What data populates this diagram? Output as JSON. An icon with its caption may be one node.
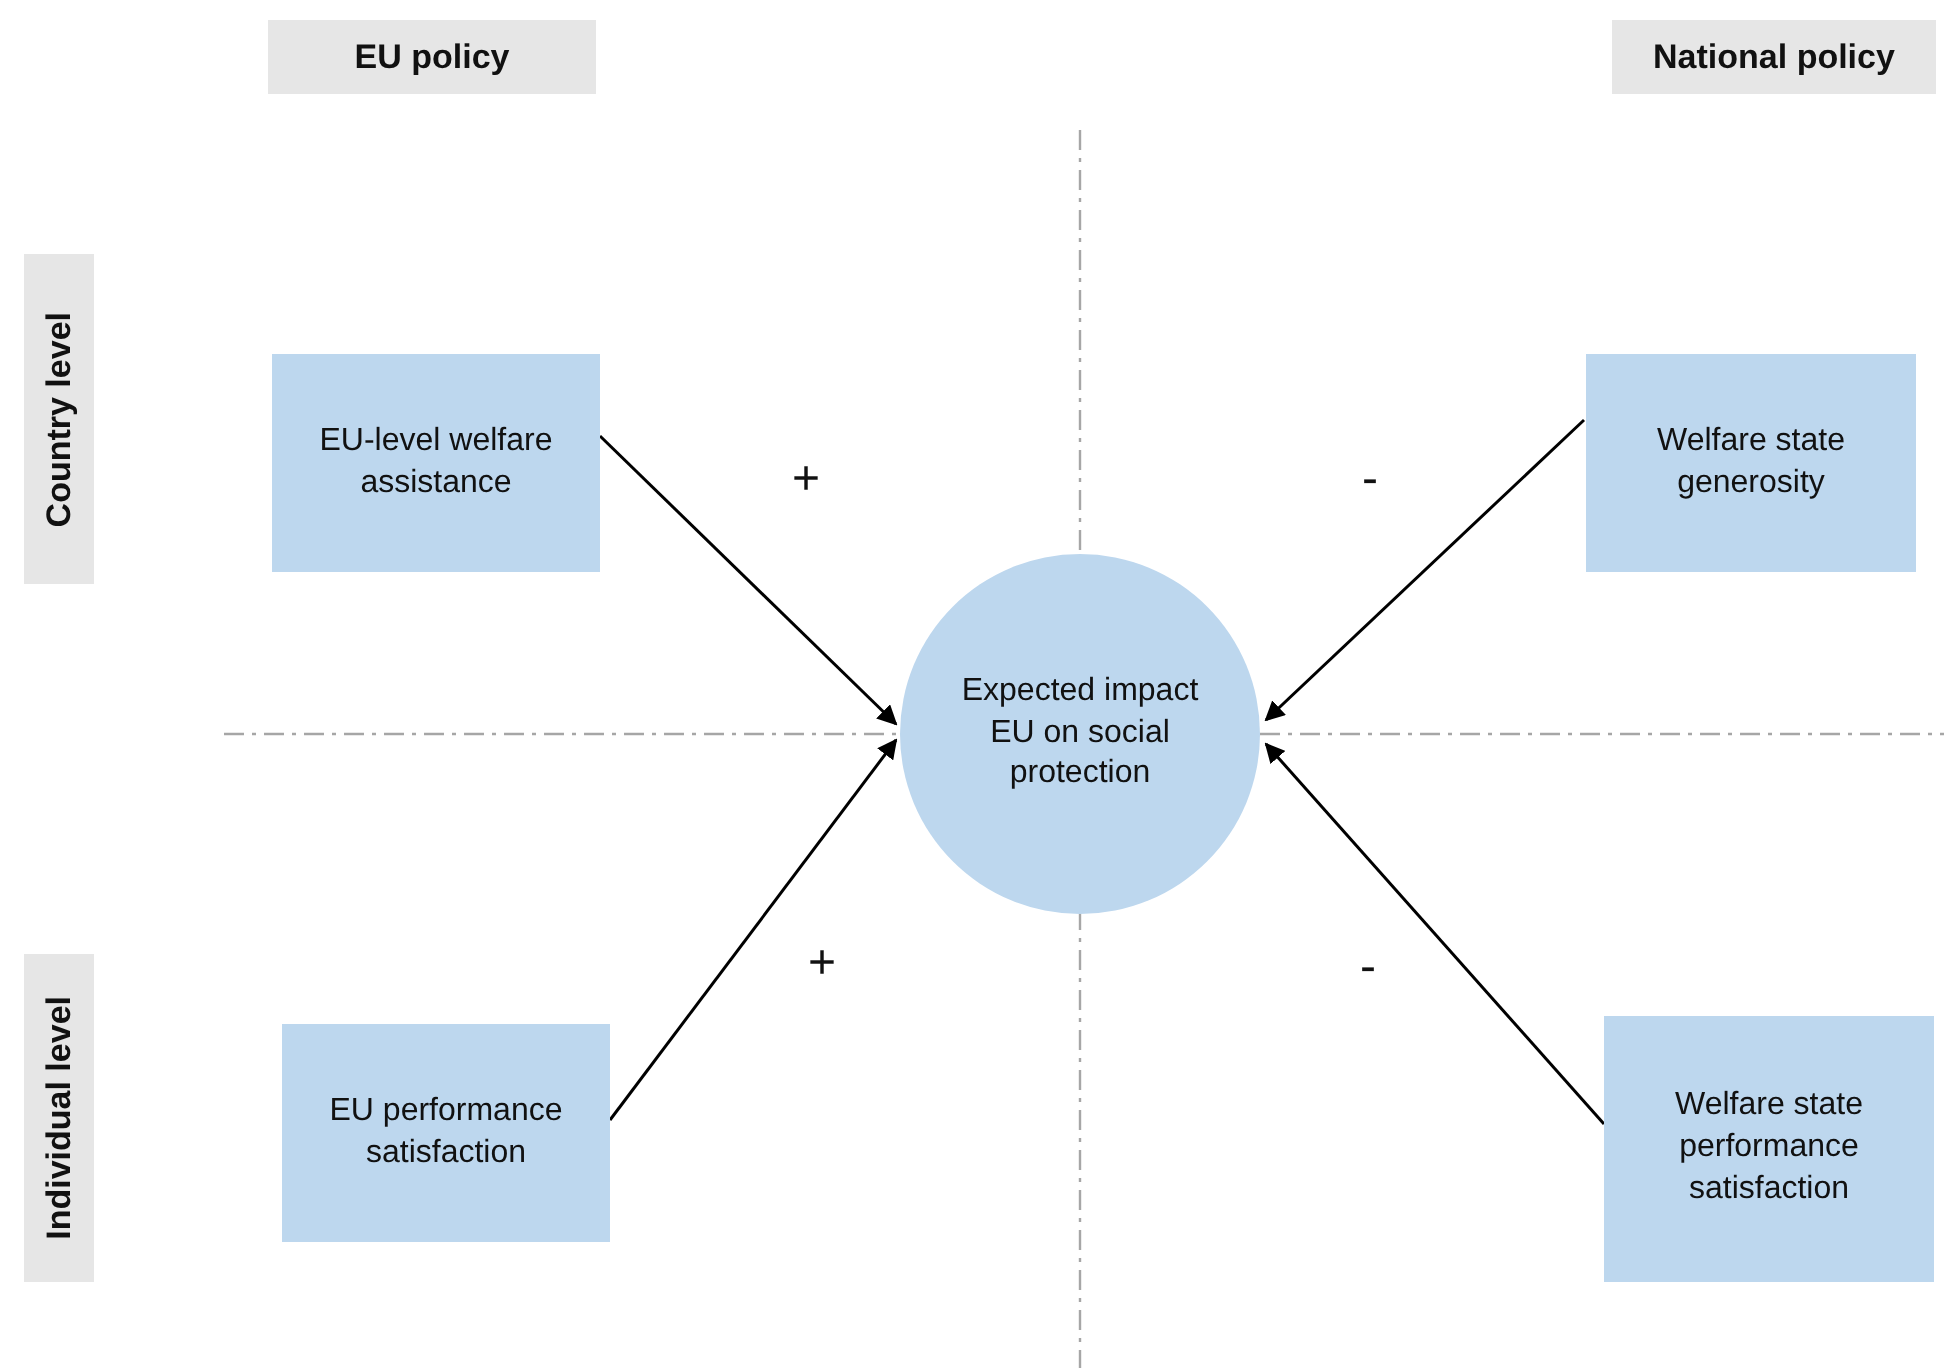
{
  "diagram": {
    "nodes": [
      {
        "text": [
          "EU policy"
        ]
      },
      {
        "text": [
          "National policy"
        ]
      },
      {
        "text": [
          "Country level"
        ]
      },
      {
        "text": [
          "Individual level"
        ]
      },
      {
        "text": [
          "EU-level welfare assistance"
        ]
      },
      {
        "text": [
          "Welfare state generosity"
        ]
      },
      {
        "text": [
          "Expected impact EU on social protection"
        ]
      },
      {
        "text": [
          "EU performance satisfaction"
        ]
      },
      {
        "text": [
          "Welfare state performance satisfaction"
        ]
      }
    ],
    "edges": [
      {
        "from": 4,
        "to": 6,
        "arrow": "to"
      },
      {
        "from": 5,
        "to": 6,
        "arrow": "to"
      },
      {
        "from": 7,
        "to": 6,
        "arrow": "to"
      },
      {
        "from": 8,
        "to": 6,
        "arrow": "to"
      }
    ],
    "labels": [
      "+",
      "-",
      "+",
      "-"
    ]
  }
}
